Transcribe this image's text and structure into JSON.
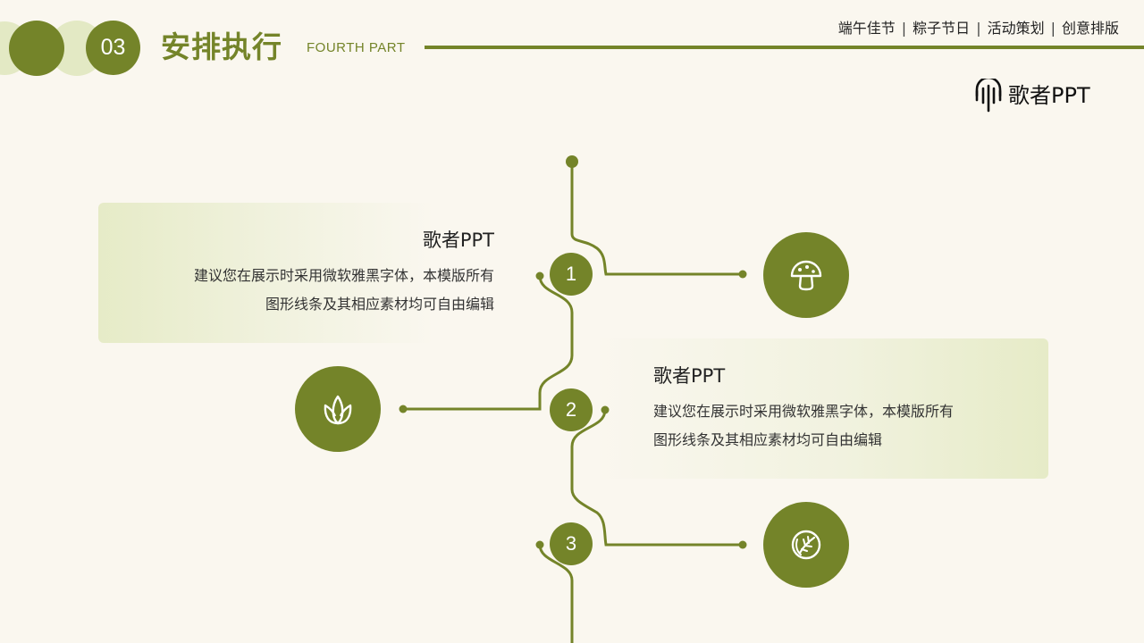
{
  "header": {
    "section_number": "03",
    "title": "安排执行",
    "subtitle": "FOURTH PART",
    "nav": [
      "端午佳节",
      "粽子节日",
      "活动策划",
      "创意排版"
    ],
    "logo_text": "歌者PPT",
    "accent_color": "#748429"
  },
  "timeline": {
    "steps": [
      {
        "number": "1",
        "heading": "歌者PPT",
        "lines": [
          "建议您在展示时采用微软雅黑字体，本模版所有",
          "图形线条及其相应素材均可自由编辑"
        ],
        "icon": "mushroom-icon"
      },
      {
        "number": "2",
        "heading": "歌者PPT",
        "lines": [
          "建议您在展示时采用微软雅黑字体，本模版所有",
          "图形线条及其相应素材均可自由编辑"
        ],
        "icon": "sprout-icon"
      },
      {
        "number": "3",
        "icon": "cabbage-icon"
      }
    ]
  }
}
